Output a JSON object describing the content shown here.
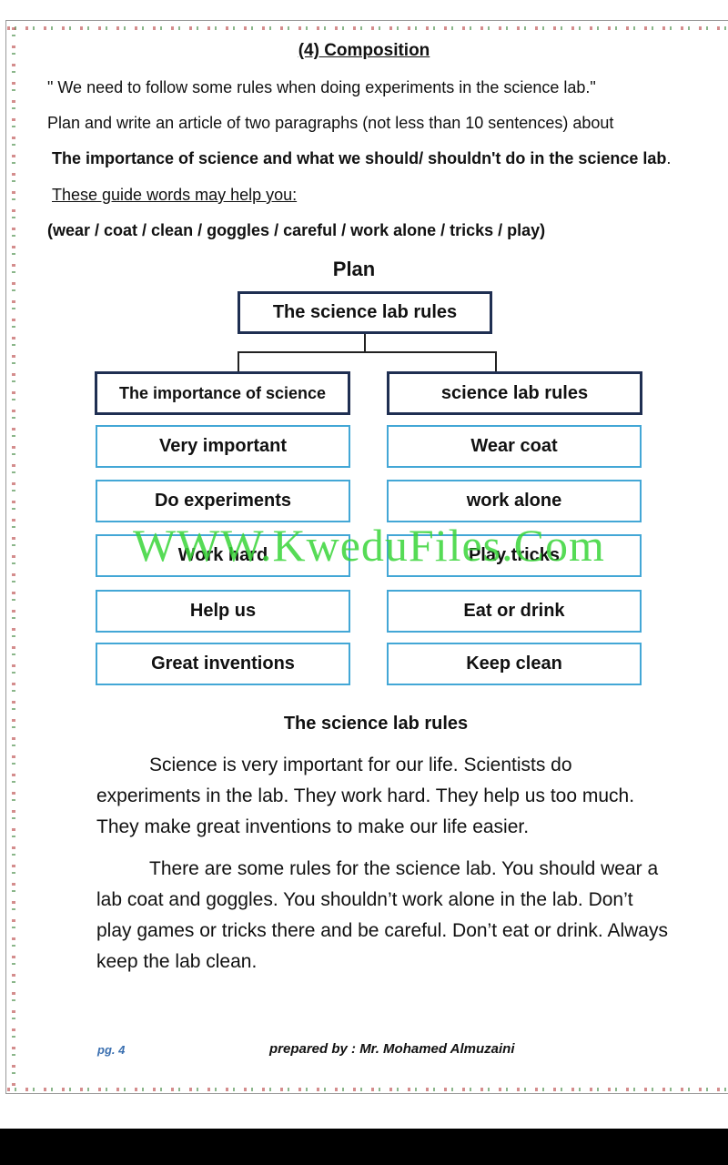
{
  "header": {
    "section_title": "(4) Composition"
  },
  "prompt": {
    "quote": "\" We need to follow some rules when doing experiments in the science lab.\"",
    "instruction": "Plan and write an article of two paragraphs (not less than 10 sentences) about",
    "topic": "The importance of science and  what we should/ shouldn't do in the science lab",
    "topic_end": ".",
    "guide_label": "These guide words may help you:",
    "guide_words": "(wear / coat / clean / goggles / careful / work alone / tricks / play)"
  },
  "plan": {
    "title": "Plan",
    "root": "The science lab rules",
    "left_header": "The importance of science",
    "right_header": "science lab rules",
    "left_items": [
      "Very important",
      "Do experiments",
      "Work hard",
      "Help us",
      "Great inventions"
    ],
    "right_items": [
      "Wear coat",
      "work alone",
      "Play tricks",
      "Eat or drink",
      "Keep clean"
    ]
  },
  "watermark": "WWW.KweduFiles.Com",
  "essay": {
    "title": "The science lab rules",
    "paragraphs": [
      "Science is very important for our life. Scientists do experiments in the lab. They work hard. They help us too much. They make great inventions to make our life easier.",
      "There are some rules for the science lab. You should wear a lab coat and goggles. You shouldn’t work alone in the lab. Don’t play games or tricks there and be careful. Don’t eat or drink. Always keep the lab clean."
    ]
  },
  "footer": {
    "page": "pg. 4",
    "prepared_by": "prepared by : Mr. Mohamed Almuzaini"
  },
  "colors": {
    "dark_box_border": "#1f2f52",
    "light_box_border": "#43a7d6",
    "watermark": "#39d539"
  }
}
